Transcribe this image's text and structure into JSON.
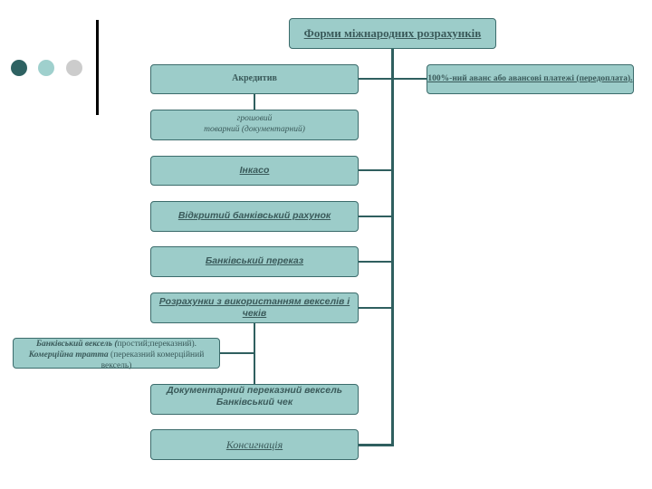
{
  "colors": {
    "dot_dark": "#2e6262",
    "dot_teal": "#9fd0cd",
    "dot_gray": "#cccccc",
    "box_fill": "#9cccc9",
    "connector": "#2f5f5f"
  },
  "diagram": {
    "root": "Форми міжнародних розрахунків",
    "advance": "100%-ний аванс або авансові платежі (передоплата).",
    "accreditive": "Акредитив",
    "accreditive_sub_line1": "грошовий",
    "accreditive_sub_line2": "товарний (документарний)",
    "incasso": "Інкасо",
    "open_account": "Відкритий банківський рахунок",
    "bank_transfer": "Банківський переказ",
    "bills_cheques": "Розрахунки з використанням векселів і чеків",
    "bill_note": {
      "term1": "Банківський вексель (",
      "term1_rest": "простий;переказний).",
      "term2": "Комерційна тратта",
      "term2_rest": " (переказний комерційний вексель)"
    },
    "documentary_line1": "Документарний переказний вексель",
    "documentary_line2": "Банківський чек",
    "consignment": "Консигнація"
  }
}
